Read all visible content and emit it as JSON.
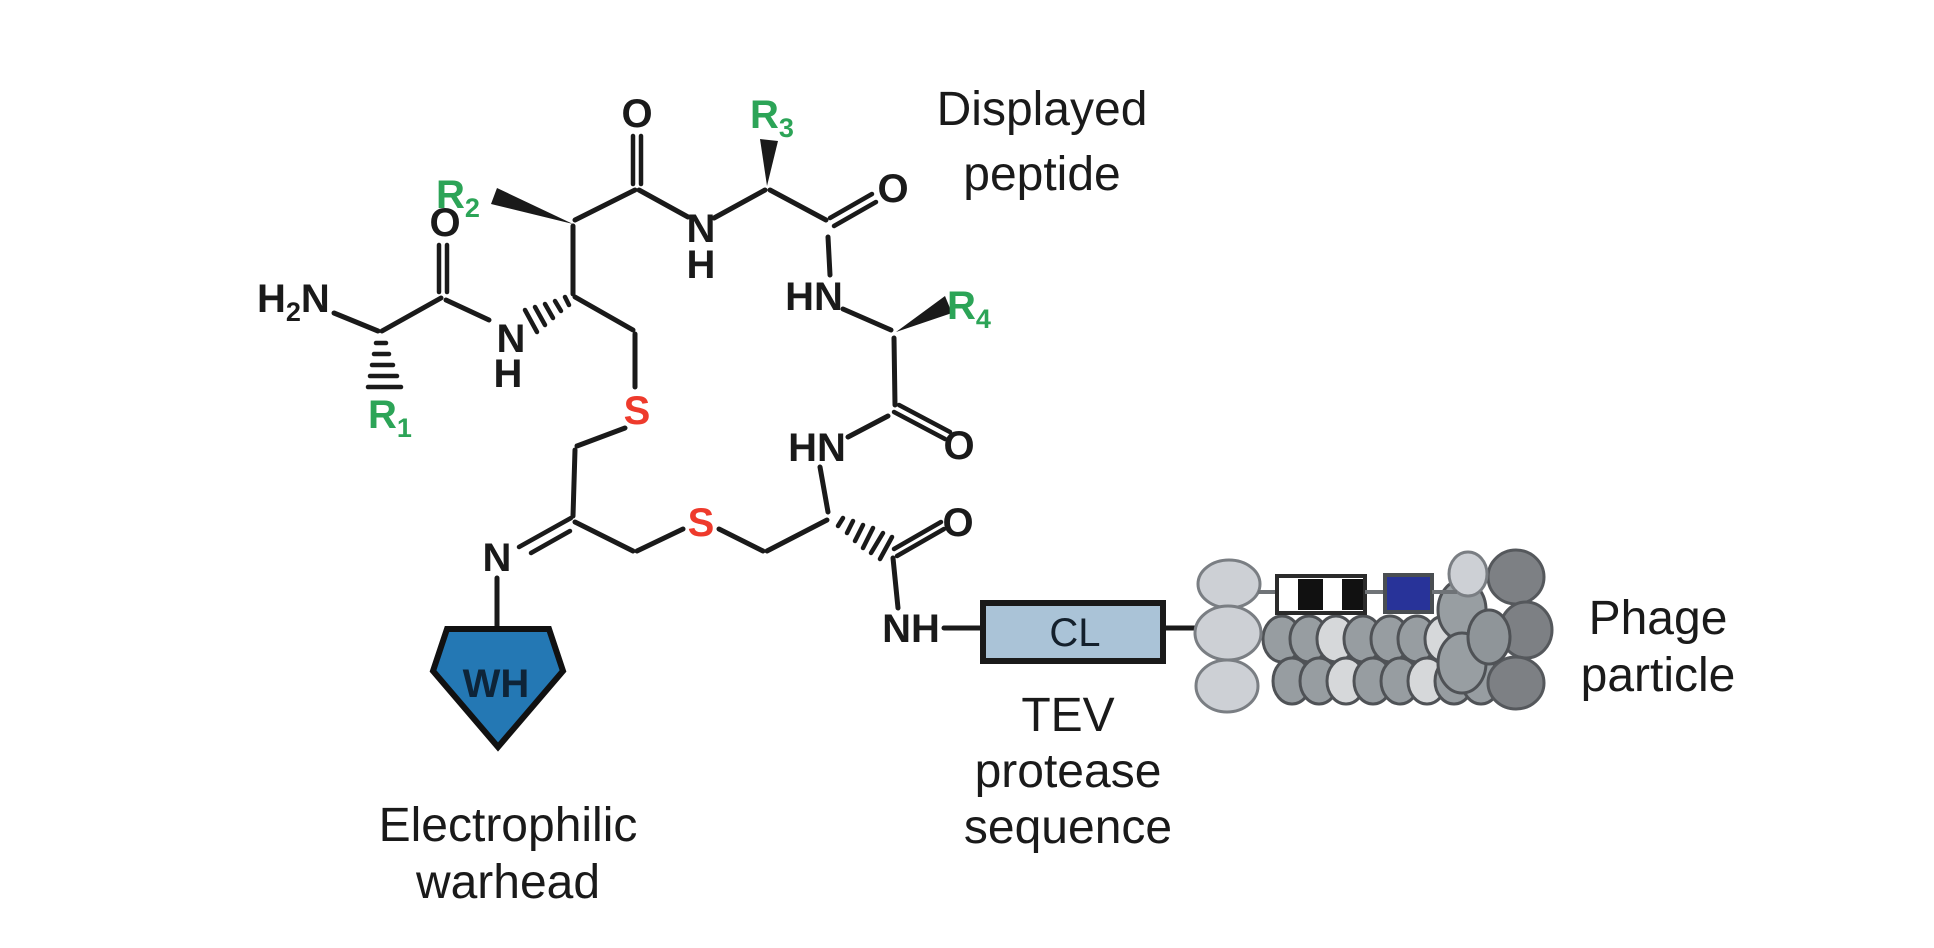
{
  "diagram": {
    "captions": {
      "displayed_peptide": [
        "Displayed",
        "peptide"
      ],
      "electrophilic_warhead": [
        "Electrophilic",
        "warhead"
      ],
      "tev_protease": [
        "TEV",
        "protease",
        "sequence"
      ],
      "phage_particle": [
        "Phage",
        "particle"
      ]
    },
    "atoms": {
      "oxygen": "O",
      "nitrogen": "N",
      "hydrogen": "H",
      "sulfur": "S",
      "amine_h": "H",
      "amine_sub": "2",
      "amine_n": "N",
      "amide_hn": "HN",
      "amide_nh": "NH"
    },
    "residues": {
      "prefix": "R",
      "subs": [
        "1",
        "2",
        "3",
        "4"
      ]
    },
    "warhead_label": "WH",
    "linker_label": "CL",
    "colors": {
      "bond_black": "#1a1a1a",
      "r_group_green": "#2ca457",
      "sulfur_red": "#ee3a2c",
      "warhead_blue": "#2478b4",
      "linker_fill": "#aac3d7",
      "genome_navy": "#283399",
      "phage_light_gray": "#cdd0d5",
      "phage_mid_gray": "#979da1",
      "phage_dark_gray": "#7d8084"
    }
  }
}
